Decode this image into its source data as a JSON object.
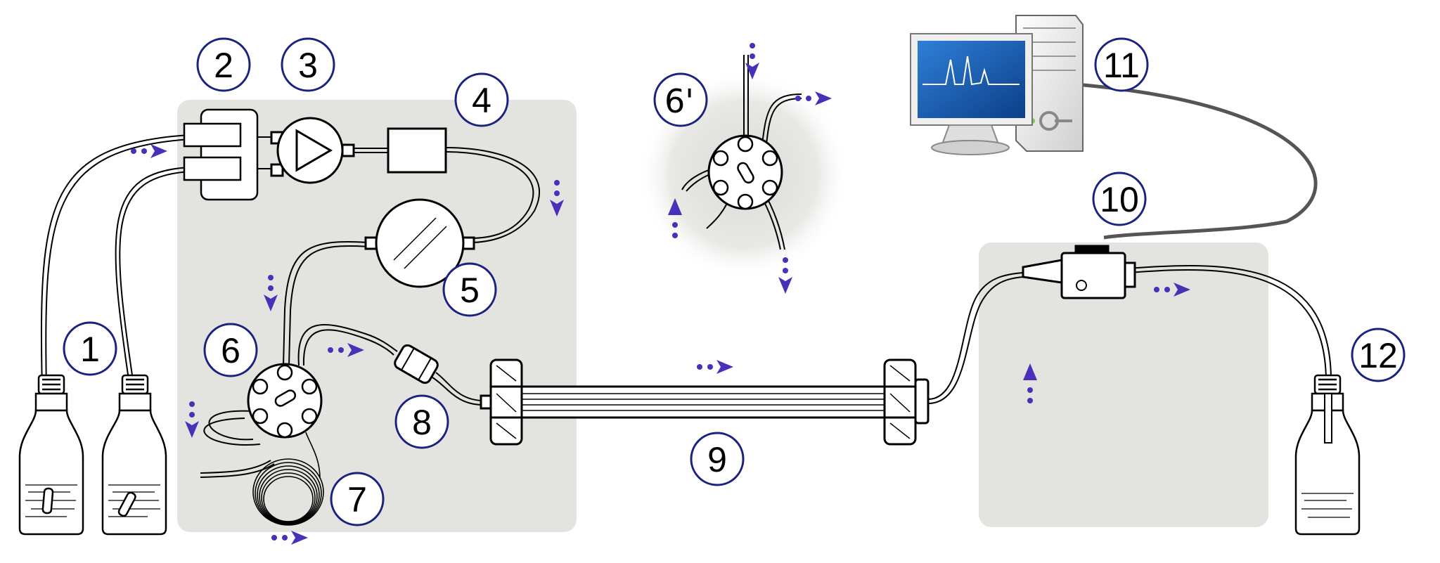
{
  "diagram": {
    "labels": [
      {
        "id": "1",
        "text": "1"
      },
      {
        "id": "2",
        "text": "2"
      },
      {
        "id": "3",
        "text": "3"
      },
      {
        "id": "4",
        "text": "4"
      },
      {
        "id": "5",
        "text": "5"
      },
      {
        "id": "6",
        "text": "6"
      },
      {
        "id": "6p",
        "text": "6'"
      },
      {
        "id": "7",
        "text": "7"
      },
      {
        "id": "8",
        "text": "8"
      },
      {
        "id": "9",
        "text": "9"
      },
      {
        "id": "10",
        "text": "10"
      },
      {
        "id": "11",
        "text": "11"
      },
      {
        "id": "12",
        "text": "12"
      }
    ],
    "colors": {
      "panel": "#e3e3e0",
      "arrow": "#4a2fb8",
      "circle": "#1a237e",
      "line": "#000000",
      "screen": "#1b5fb0"
    },
    "icons": [
      "solvent-bottle-icon",
      "degasser-icon",
      "pump-icon",
      "mixer-icon",
      "filter-icon",
      "injection-valve-icon",
      "sample-loop-icon",
      "guard-column-icon",
      "column-icon",
      "detector-icon",
      "computer-icon",
      "waste-bottle-icon",
      "flow-arrow-icon"
    ]
  }
}
